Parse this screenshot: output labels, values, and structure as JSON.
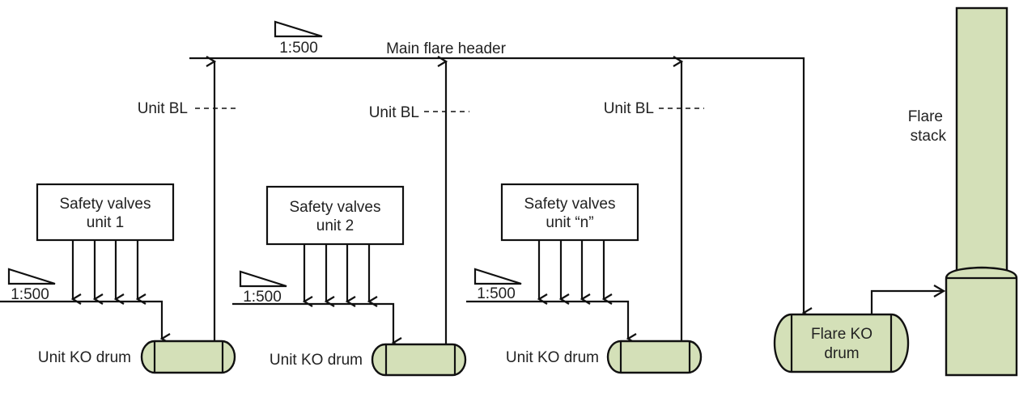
{
  "diagram": {
    "title": "Flare system schematic",
    "header_label": "Main flare header",
    "header_slope": "1:500",
    "battery_limit_label": "Unit BL",
    "units": [
      {
        "box_line1": "Safety valves",
        "box_line2": "unit 1",
        "slope": "1:500",
        "drum_label": "Unit KO drum",
        "valve_count": 4
      },
      {
        "box_line1": "Safety valves",
        "box_line2": "unit 2",
        "slope": "1:500",
        "drum_label": "Unit KO drum",
        "valve_count": 4
      },
      {
        "box_line1": "Safety valves",
        "box_line2": "unit “n”",
        "slope": "1:500",
        "drum_label": "Unit KO drum",
        "valve_count": 4
      }
    ],
    "flare_ko_drum": {
      "line1": "Flare KO",
      "line2": "drum"
    },
    "flare_stack": {
      "line1": "Flare",
      "line2": "stack"
    },
    "colors": {
      "vessel_fill": "#d4e0b8",
      "line": "#111111"
    }
  }
}
